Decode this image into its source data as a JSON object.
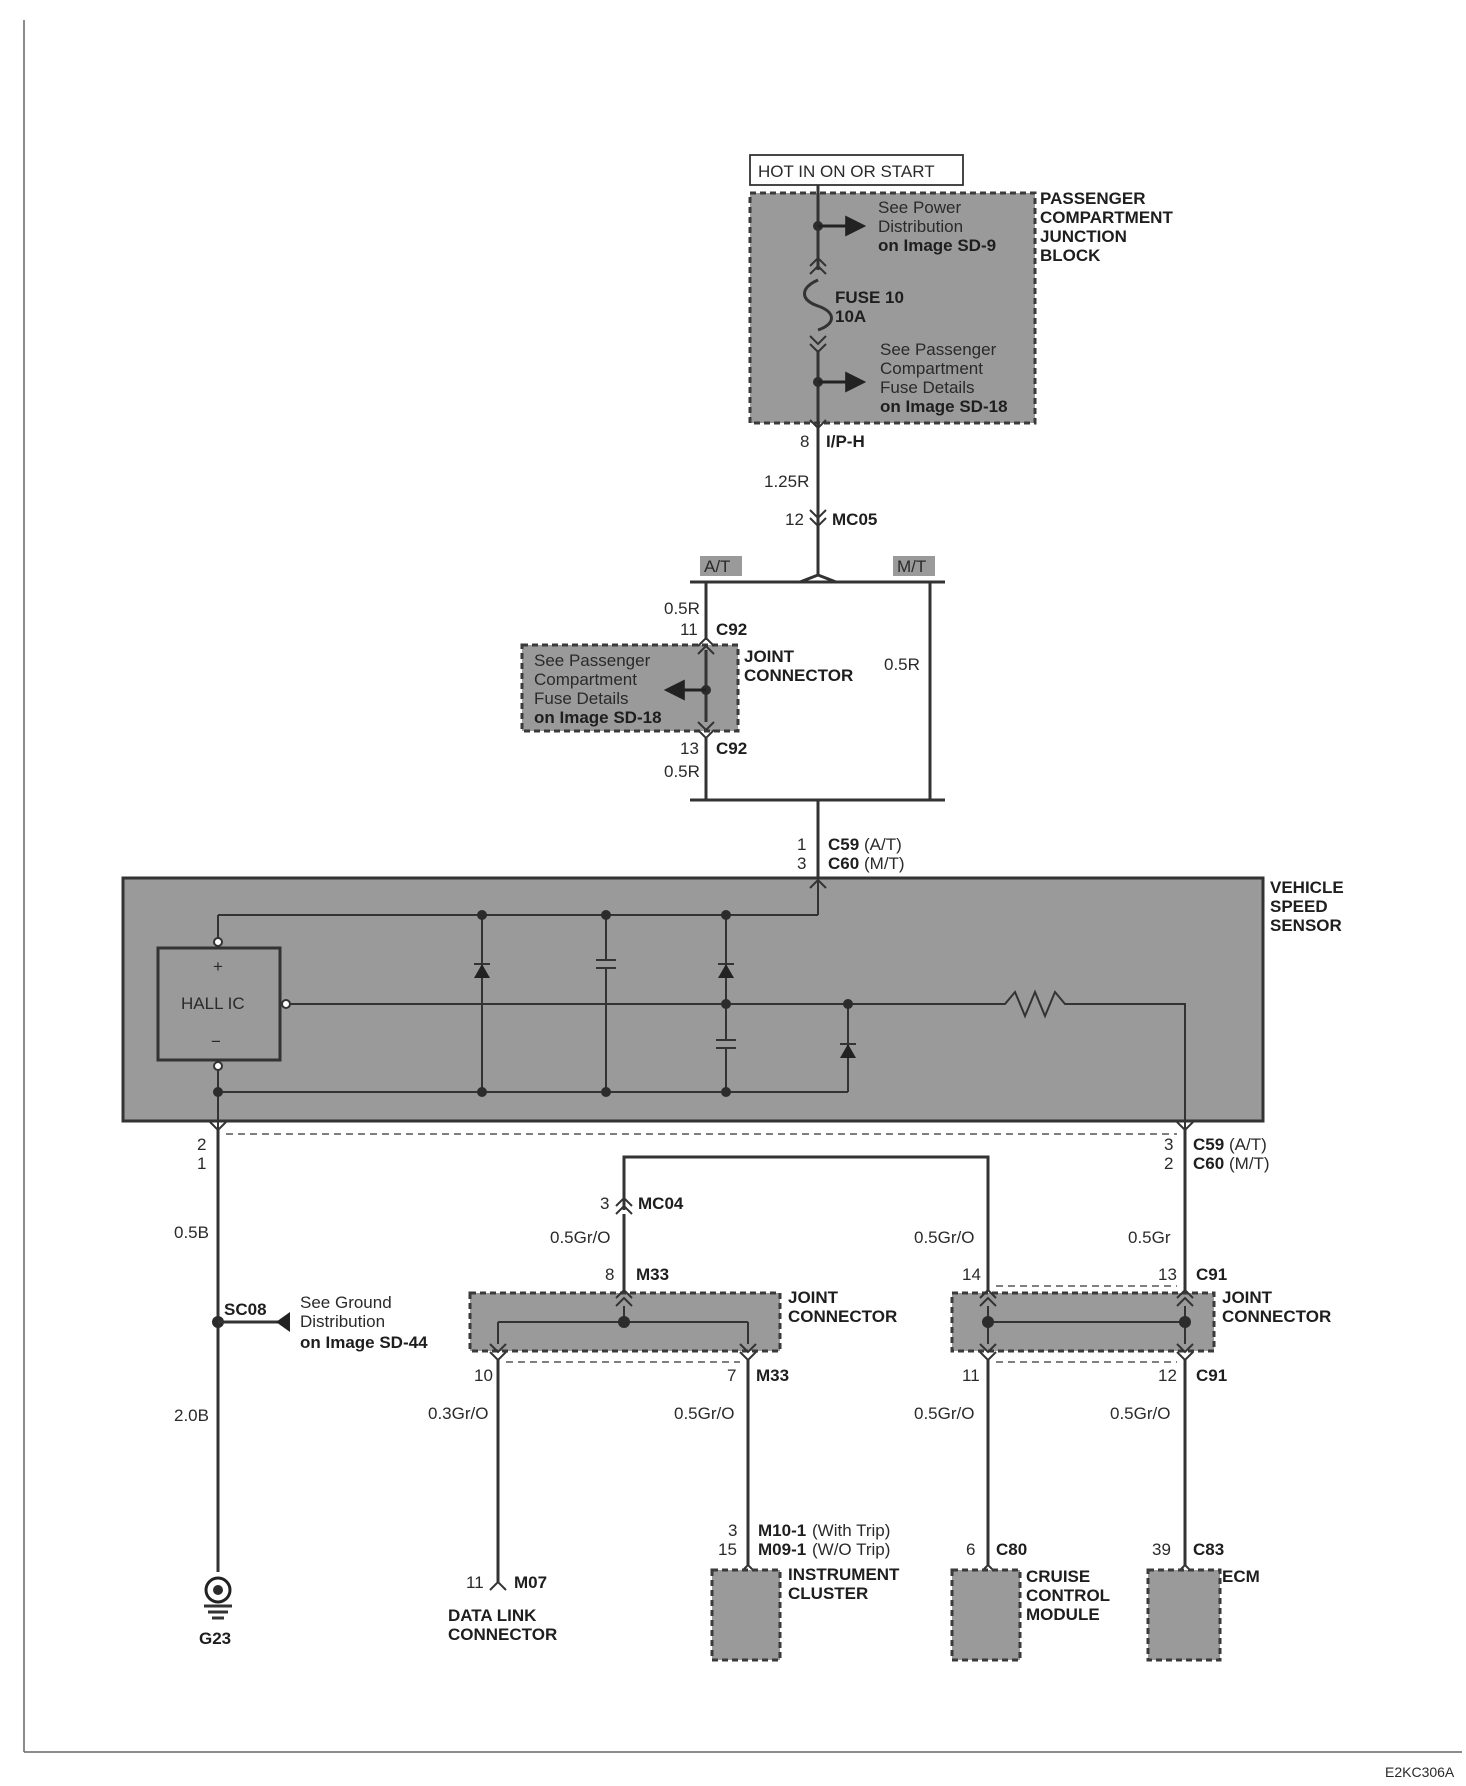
{
  "hot_label": "HOT IN ON OR START",
  "junction_block": {
    "title": [
      "PASSENGER",
      "COMPARTMENT",
      "JUNCTION",
      "BLOCK"
    ],
    "power_note": [
      "See Power",
      "Distribution",
      "on Image SD-9"
    ],
    "fuse": [
      "FUSE 10",
      "10A"
    ],
    "fuse_note": [
      "See Passenger",
      "Compartment",
      "Fuse Details",
      "on Image SD-18"
    ],
    "pin": "8",
    "connector": "I/P-H"
  },
  "wire_1_25R": "1.25R",
  "mc05": {
    "pin": "12",
    "name": "MC05"
  },
  "at_label": "A/T",
  "mt_label": "M/T",
  "c92_top": {
    "wire": "0.5R",
    "pin": "11",
    "name": "C92"
  },
  "c92_bottom": {
    "wire": "0.5R",
    "pin": "13",
    "name": "C92"
  },
  "joint_c92": {
    "title": [
      "JOINT",
      "CONNECTOR"
    ],
    "note": [
      "See Passenger",
      "Compartment",
      "Fuse Details",
      "on Image SD-18"
    ]
  },
  "mt_wire": "0.5R",
  "sensor_top": {
    "pin_at": "1",
    "name_at": "C59",
    "suffix_at": "(A/T)",
    "pin_mt": "3",
    "name_mt": "C60",
    "suffix_mt": "(M/T)"
  },
  "sensor": {
    "title": [
      "VEHICLE",
      "SPEED",
      "SENSOR"
    ],
    "hall_ic": "HALL IC",
    "plus": "+",
    "minus": "−"
  },
  "sensor_left": {
    "pin_at": "2",
    "pin_mt": "1"
  },
  "sensor_right": {
    "pin_at": "3",
    "name_at": "C59",
    "suffix_at": "(A/T)",
    "pin_mt": "2",
    "name_mt": "C60",
    "suffix_mt": "(M/T)"
  },
  "ground": {
    "wire_top": "0.5B",
    "splice": "SC08",
    "note": [
      "See Ground",
      "Distribution",
      "on Image SD-44"
    ],
    "wire_bottom": "2.0B",
    "name": "G23"
  },
  "mc04": {
    "pin": "3",
    "name": "MC04",
    "wire": "0.5Gr/O"
  },
  "m33": {
    "in_pin": "8",
    "in_name": "M33",
    "title": [
      "JOINT",
      "CONNECTOR"
    ],
    "out_left_pin": "10",
    "out_right_pin": "7",
    "out_right_name": "M33",
    "wire_left": "0.3Gr/O",
    "wire_right": "0.5Gr/O"
  },
  "c91": {
    "wire_left": "0.5Gr/O",
    "wire_right": "0.5Gr",
    "in_left_pin": "14",
    "in_right_pin": "13",
    "in_name": "C91",
    "title": [
      "JOINT",
      "CONNECTOR"
    ],
    "out_left_pin": "11",
    "out_right_pin": "12",
    "out_name": "C91",
    "wire_out_left": "0.5Gr/O",
    "wire_out_right": "0.5Gr/O"
  },
  "dlc": {
    "pin": "11",
    "name": "M07",
    "title": [
      "DATA LINK",
      "CONNECTOR"
    ]
  },
  "cluster": {
    "pin_with": "3",
    "name_with": "M10-1",
    "suffix_with": "(With Trip)",
    "pin_wo": "15",
    "name_wo": "M09-1",
    "suffix_wo": "(W/O Trip)",
    "title": [
      "INSTRUMENT",
      "CLUSTER"
    ]
  },
  "cruise": {
    "pin": "6",
    "name": "C80",
    "title": [
      "CRUISE",
      "CONTROL",
      "MODULE"
    ]
  },
  "ecm": {
    "pin": "39",
    "name": "C83",
    "title": "ECM"
  },
  "figure_code": "E2KC306A",
  "colors": {
    "module_fill": "#9a9a9a",
    "wire": "#333333"
  }
}
